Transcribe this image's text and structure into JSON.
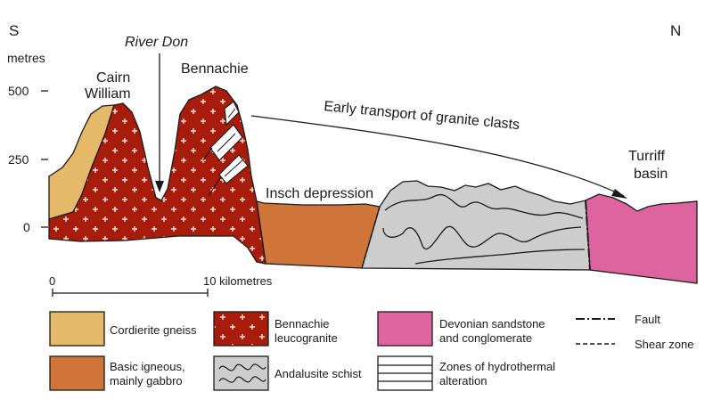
{
  "compass": {
    "south": "S",
    "north": "N"
  },
  "axis": {
    "unit": "metres",
    "ticks": [
      "500",
      "250",
      "0"
    ]
  },
  "labels": {
    "cairn_william_line1": "Cairn",
    "cairn_william_line2": "William",
    "river_don": "River Don",
    "bennachie": "Bennachie",
    "transport": "Early transport of granite clasts",
    "insch": "Insch depression",
    "turriff_line1": "Turriff",
    "turriff_line2": "basin"
  },
  "scale": {
    "start": "0",
    "end": "10 kilometres"
  },
  "legend": {
    "cordierite": "Cordierite gneiss",
    "bennachie_line1": "Bennachie",
    "bennachie_line2": "leucogranite",
    "devonian_line1": "Devonian sandstone",
    "devonian_line2": "and conglomerate",
    "fault": "Fault",
    "shear": "Shear zone",
    "gabbro_line1": "Basic igneous,",
    "gabbro_line2": "mainly gabbro",
    "schist": "Andalusite schist",
    "hydro_line1": "Zones of hydrothermal",
    "hydro_line2": "alteration"
  },
  "colors": {
    "cordierite": "#e6b96a",
    "granite": "#a81c0c",
    "gabbro": "#cf753a",
    "schist": "#cdcdcd",
    "devonian": "#de64a0",
    "outline": "#1a1a1a"
  }
}
